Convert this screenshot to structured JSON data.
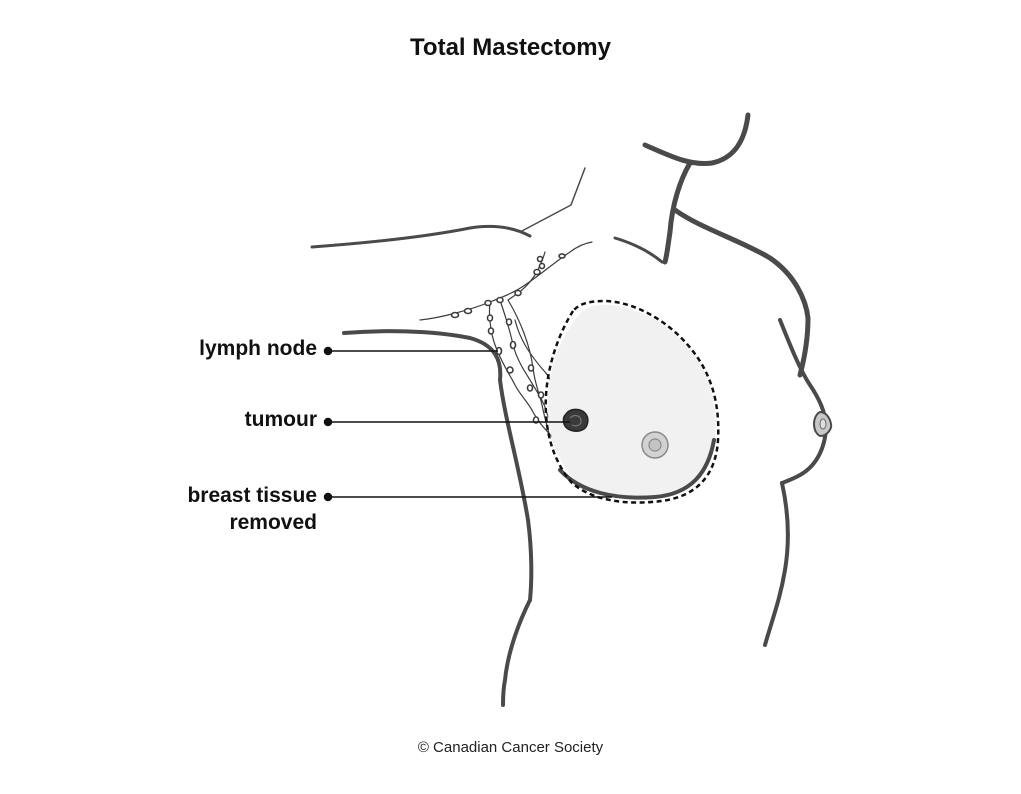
{
  "title": "Total Mastectomy",
  "labels": {
    "lymph_node": "lymph node",
    "tumour": "tumour",
    "breast_tissue_line1": "breast tissue",
    "breast_tissue_line2": "removed"
  },
  "copyright": "© Canadian Cancer Society",
  "colors": {
    "outline": "#4a4a4a",
    "removed_fill": "#f1f1f1",
    "tumour": "#3a3a3a",
    "nipple": "#c8c8c8"
  }
}
